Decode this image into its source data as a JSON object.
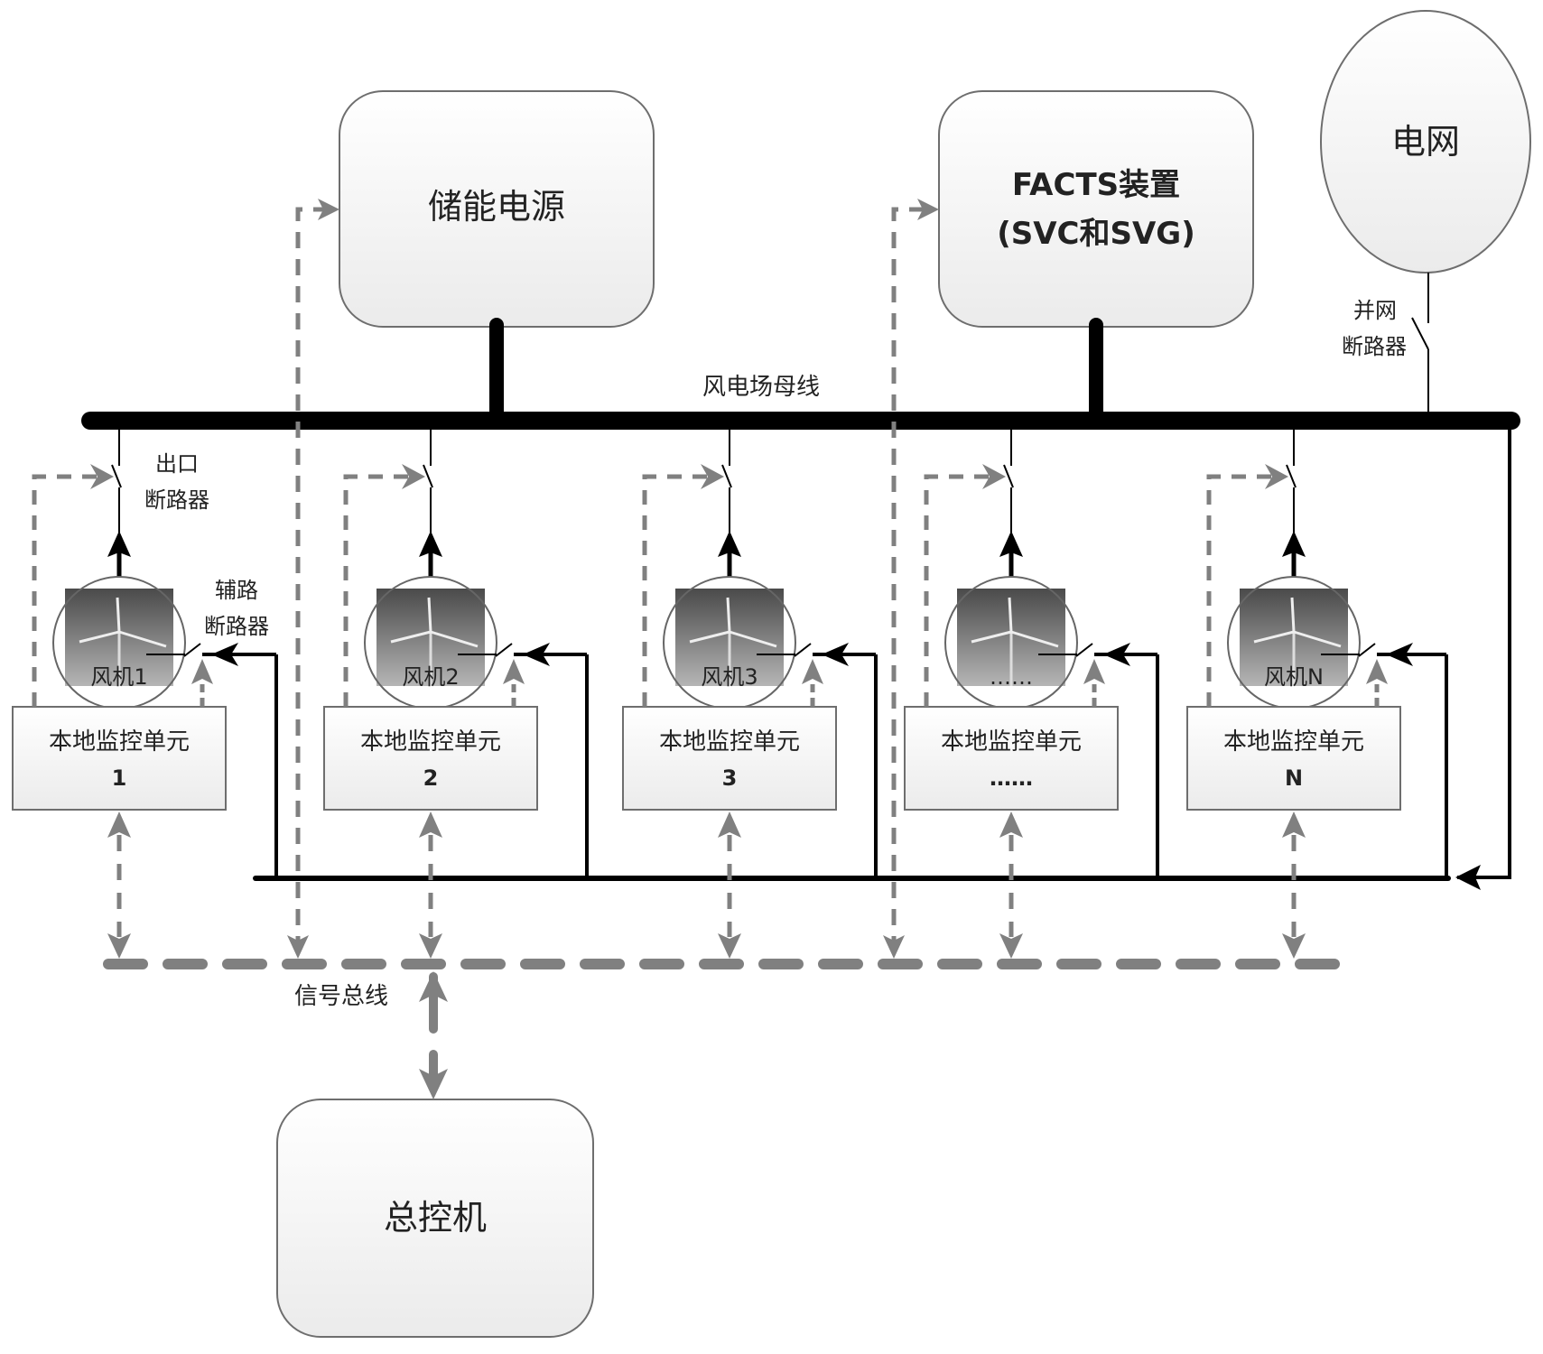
{
  "nodes": {
    "storage": {
      "label": "储能电源"
    },
    "facts": {
      "line1": "FACTS装置",
      "line2": "(SVC和SVG)"
    },
    "grid": {
      "label": "电网"
    },
    "master": {
      "label": "总控机"
    }
  },
  "labels": {
    "farm_bus": "风电场母线",
    "grid_breaker_l1": "并网",
    "grid_breaker_l2": "断路器",
    "outlet_breaker_l1": "出口",
    "outlet_breaker_l2": "断路器",
    "aux_breaker_l1": "辅路",
    "aux_breaker_l2": "断路器",
    "signal_bus": "信号总线"
  },
  "turbines": [
    {
      "name": "风机1",
      "unit_line1": "本地监控单元",
      "unit_line2": "1"
    },
    {
      "name": "风机2",
      "unit_line1": "本地监控单元",
      "unit_line2": "2"
    },
    {
      "name": "风机3",
      "unit_line1": "本地监控单元",
      "unit_line2": "3"
    },
    {
      "name": "……",
      "unit_line1": "本地监控单元",
      "unit_line2": "……"
    },
    {
      "name": "风机N",
      "unit_line1": "本地监控单元",
      "unit_line2": "N"
    }
  ],
  "colors": {
    "power_line": "#000000",
    "signal_line": "#808080",
    "box_stroke": "#6e6e6e",
    "box_fill_top": "#ffffff",
    "box_fill_bottom": "#ececec"
  }
}
